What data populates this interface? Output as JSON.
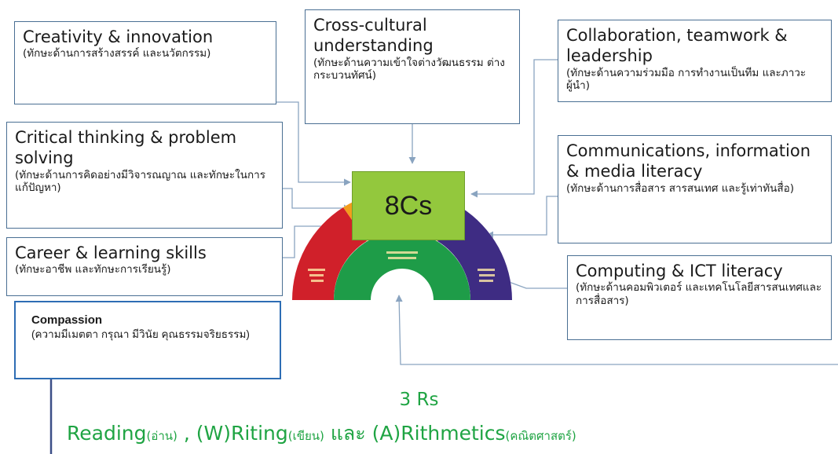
{
  "center": {
    "label": "8Cs"
  },
  "boxes": {
    "creativity": {
      "en": "Creativity & innovation",
      "th": "(ทักษะด้านการสร้างสรรค์ และนวัตกรรม)"
    },
    "cross_cultural": {
      "en": "Cross-cultural understanding",
      "th": "(ทักษะด้านความเข้าใจต่างวัฒนธรรม ต่างกระบวนทัศน์)"
    },
    "collaboration": {
      "en": "Collaboration, teamwork & leadership",
      "th": "(ทักษะด้านความร่วมมือ การทำงานเป็นทีม และภาวะผู้นำ)"
    },
    "critical": {
      "en": "Critical thinking & problem solving",
      "th": "(ทักษะด้านการคิดอย่างมีวิจารณญาณ และทักษะในการแก้ปัญหา)"
    },
    "communications": {
      "en": "Communications, information & media literacy",
      "th": "(ทักษะด้านการสื่อสาร สารสนเทศ และรู้เท่าทันสื่อ)"
    },
    "career": {
      "en": "Career & learning skills",
      "th": "(ทักษะอาชีพ และทักษะการเรียนรู้)"
    },
    "computing": {
      "en": "Computing & ICT literacy",
      "th": "(ทักษะด้านคอมพิวเตอร์ และเทคโนโลยีสารสนเทศและการสื่อสาร)"
    },
    "compassion": {
      "en": "Compassion",
      "th": "(ความมีเมตตา กรุณา มีวินัย คุณธรรมจริยธรรม)"
    }
  },
  "rs": {
    "title": "3 Rs",
    "reading": "Reading",
    "reading_th": "(อ่าน)",
    "sep": " , ",
    "writing": "(W)Riting",
    "writing_th": "(เขียน)",
    "and": " และ ",
    "arith": "(A)Rithmetics",
    "arith_th": "(คณิตศาสตร์)"
  },
  "colors": {
    "box_border": "#4a6f93",
    "compassion_border": "#2e6db4",
    "center_fill": "#93c83d",
    "rs_text": "#1fa443",
    "arc_red": "#d0202a",
    "arc_orange": "#f29d1d",
    "arc_green": "#1e9c48",
    "arc_purple": "#3e2c83"
  }
}
